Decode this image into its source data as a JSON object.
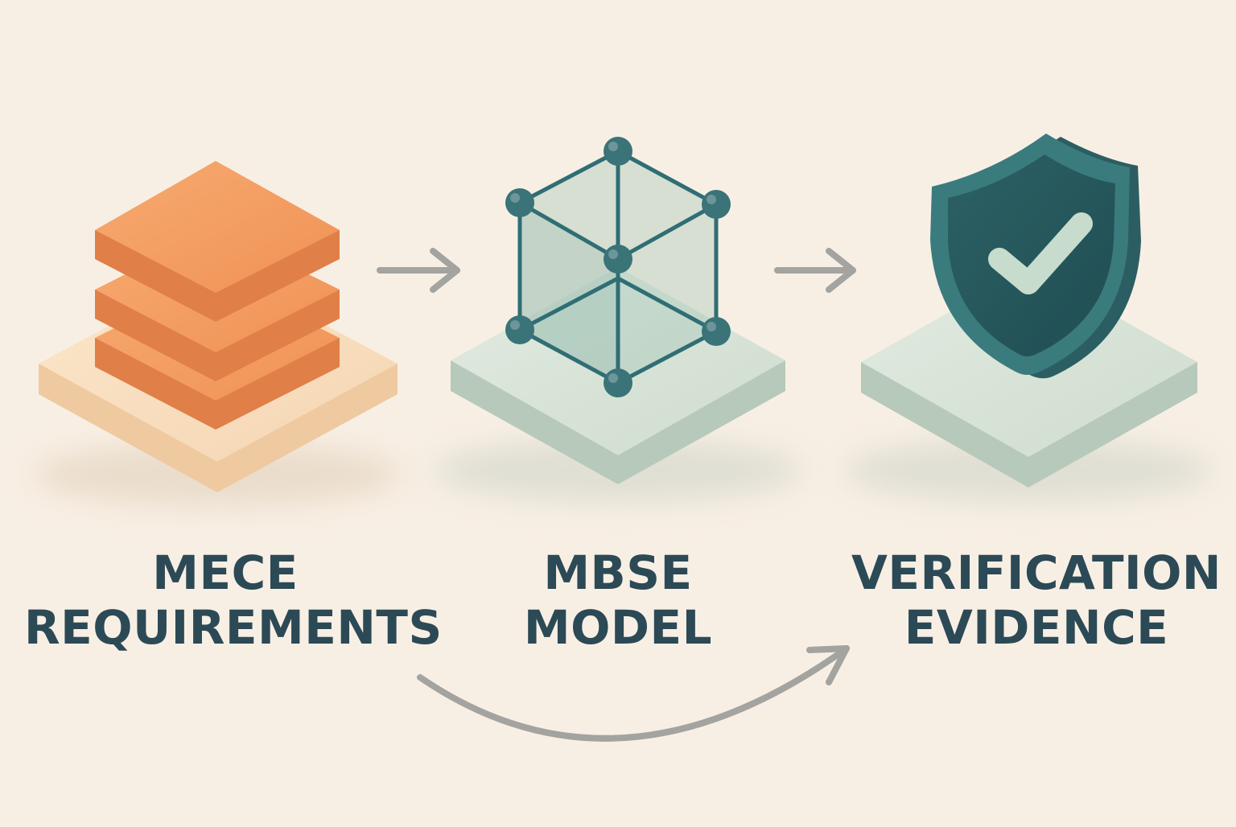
{
  "stages": [
    {
      "id": "requirements",
      "icon": "layers-stack-icon",
      "lines": [
        "MECE",
        "REQUIREMENTS"
      ]
    },
    {
      "id": "model",
      "icon": "wireframe-cube-icon",
      "lines": [
        "MBSE",
        "MODEL"
      ]
    },
    {
      "id": "evidence",
      "icon": "shield-check-icon",
      "lines": [
        "VERIFICATION",
        "EVIDENCE"
      ]
    }
  ],
  "colors": {
    "background": "#f8efe4",
    "text": "#2c4956",
    "orange": "#f0915a",
    "orange_base": "#f6d7b4",
    "sage_base": "#c9d8cb",
    "teal": "#3a7378",
    "arrow": "#a3a3a0"
  }
}
